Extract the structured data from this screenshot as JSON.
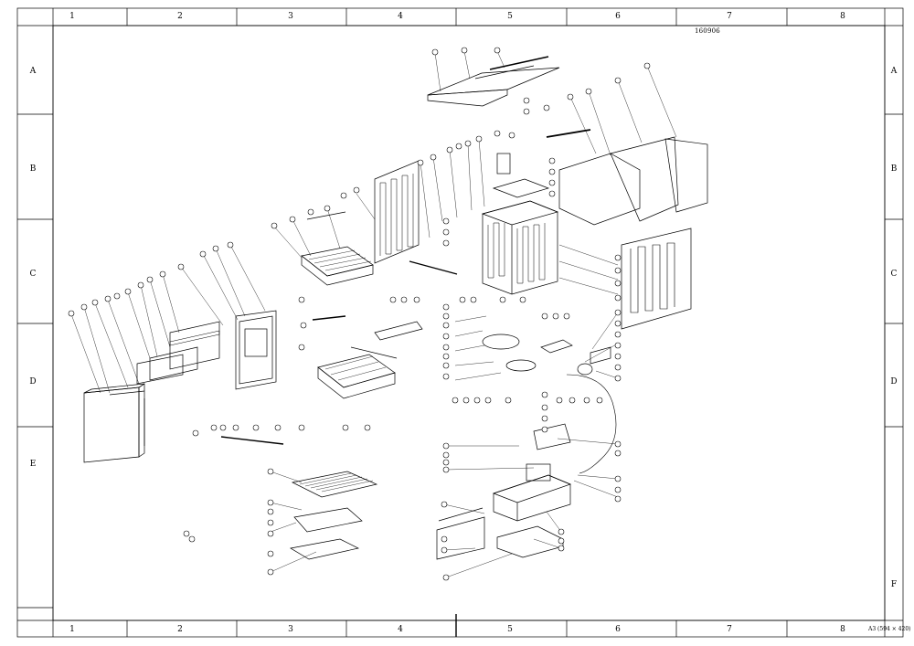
{
  "frame": {
    "columns": [
      "1",
      "2",
      "3",
      "4",
      "5",
      "6",
      "7",
      "8"
    ],
    "rows": [
      "A",
      "B",
      "C",
      "D",
      "E",
      "F"
    ]
  },
  "title_block": {
    "drawing_code": "160906",
    "paper_size": "A3 (594 × 420)"
  },
  "colors": {
    "line": "#000000",
    "background": "#ffffff"
  },
  "icons": [
    "rack-icon",
    "door-icon",
    "tub-icon",
    "pump-icon",
    "panel-icon",
    "hose-icon",
    "cutlery-tray-icon",
    "base-frame-icon"
  ]
}
